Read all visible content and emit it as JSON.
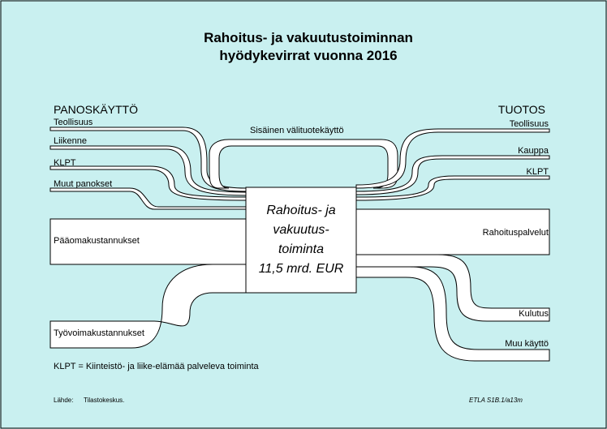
{
  "title_line1": "Rahoitus- ja vakuutustoiminnan",
  "title_line2": "hyödykevirrat vuonna 2016",
  "panoskaytto_label": "PANOSKÄYTTÖ",
  "tuotos_label": "TUOTOS",
  "internal_label": "Sisäinen välituotekäyttö",
  "central": {
    "line1": "Rahoitus- ja",
    "line2": "vakuutus-",
    "line3": "toiminta",
    "line4": "11,5 mrd. EUR"
  },
  "inputs": {
    "teollisuus": "Teollisuus",
    "liikenne": "Liikenne",
    "klpt": "KLPT",
    "muut_panokset": "Muut panokset",
    "paaomakustannukset": "Pääomakustannukset",
    "tyovoimakustannukset": "Työvoimakustannukset"
  },
  "outputs": {
    "teollisuus": "Teollisuus",
    "kauppa": "Kauppa",
    "klpt": "KLPT",
    "rahoituspalvelut": "Rahoituspalvelut",
    "kulutus": "Kulutus",
    "muu_kaytto": "Muu käyttö"
  },
  "legend_note": "KLPT = Kiinteistö- ja liike-elämää palveleva toiminta",
  "source_label": "Lähde:",
  "source_value": "Tilastokeskus.",
  "figure_code": "ETLA S1B.1/a13m",
  "colors": {
    "background": "#c9f0f0",
    "band_fill": "#ffffff",
    "stroke": "#000000"
  }
}
